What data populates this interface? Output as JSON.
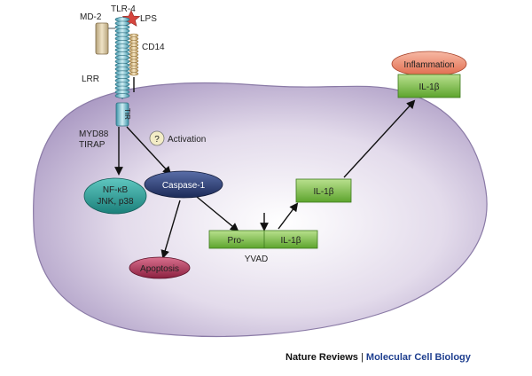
{
  "labels": {
    "md2": "MD-2",
    "tlr4": "TLR-4",
    "lps": "LPS",
    "cd14": "CD14",
    "lrr": "LRR",
    "tir": "TIR",
    "myd88": "MYD88",
    "tirap": "TIRAP",
    "question": "?",
    "activation": "Activation",
    "nfkb": "NF-κB",
    "jnk": "JNK, p38",
    "caspase": "Caspase-1",
    "apoptosis": "Apoptosis",
    "pro": "Pro-",
    "il1b_pro": "IL-1β",
    "yvad": "YVAD",
    "il1b_mature": "IL-1β",
    "inflammation": "Inflammation",
    "il1b_secreted": "IL-1β"
  },
  "credit": {
    "publisher": "Nature Reviews",
    "separator": "|",
    "journal": "Molecular Cell Biology"
  },
  "colors": {
    "cell_fill": "#c9bcd9",
    "cell_stroke": "#8a7aa6",
    "teal": "#2aa39c",
    "navy": "#2c3f7a",
    "maroon": "#b5365a",
    "green": "#7fc24b",
    "salmon": "#ef8a6f"
  }
}
